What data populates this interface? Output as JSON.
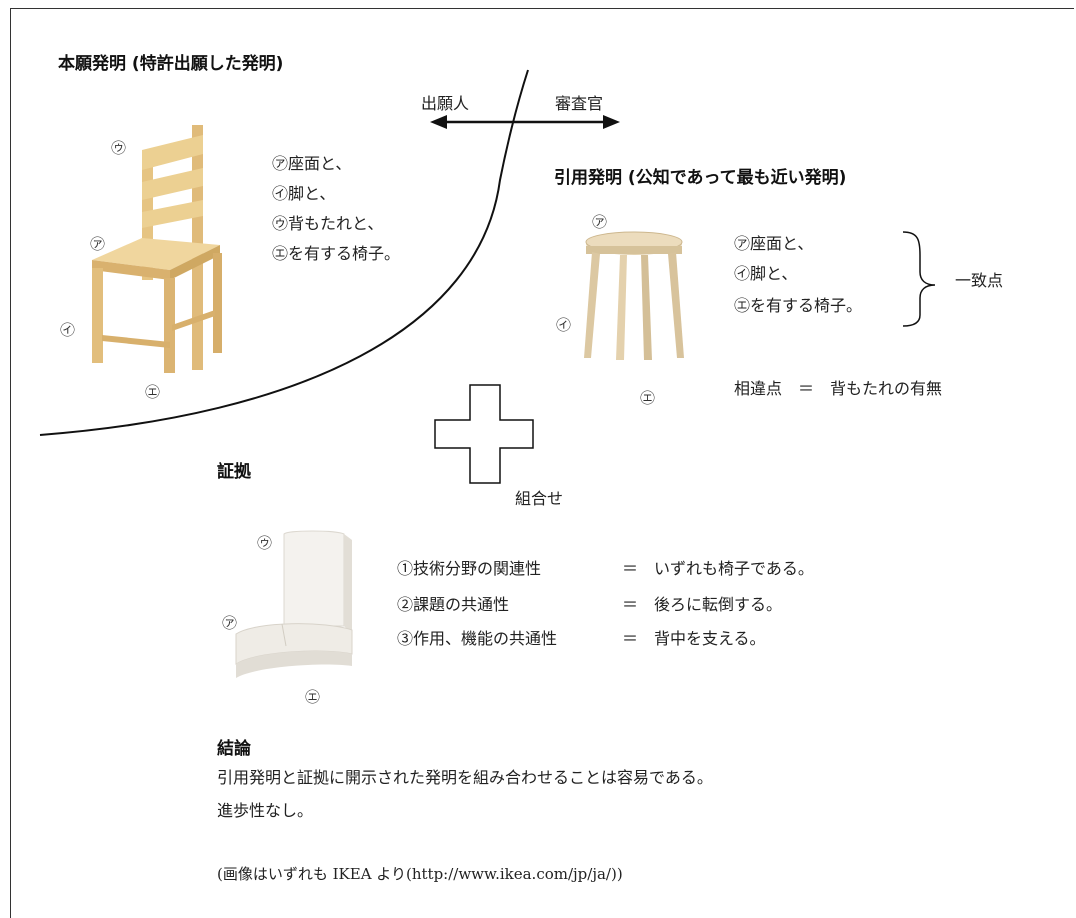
{
  "main_title": "本願発明 (特許出願した発明)",
  "applicant": "出願人",
  "examiner": "審査官",
  "cited_title": "引用発明 (公知であって最も近い発明)",
  "claimed": {
    "line_a": "㋐座面と、",
    "line_b": "㋑脚と、",
    "line_c": "㋒背もたれと、",
    "line_d": "㋓を有する椅子。",
    "mark_u": "㋒",
    "mark_a": "㋐",
    "mark_i": "㋑",
    "mark_e": "㋓"
  },
  "cited": {
    "line_a": "㋐座面と、",
    "line_b": "㋑脚と、",
    "line_c": "㋓を有する椅子。",
    "match_label": "一致点",
    "difference": "相違点　＝　背もたれの有無",
    "mark_a": "㋐",
    "mark_i": "㋑",
    "mark_e": "㋓"
  },
  "combine_label": "組合せ",
  "evidence": {
    "title": "証拠",
    "row1_label": "①技術分野の関連性",
    "row1_value": "＝　いずれも椅子である。",
    "row2_label": "②課題の共通性",
    "row2_value": "＝　後ろに転倒する。",
    "row3_label": "③作用、機能の共通性",
    "row3_value": "＝　背中を支える。",
    "mark_u": "㋒",
    "mark_a": "㋐",
    "mark_e": "㋓"
  },
  "conclusion": {
    "title": "結論",
    "line1": "引用発明と証拠に開示された発明を組み合わせることは容易である。",
    "line2": "進歩性なし。"
  },
  "source_note": "(画像はいずれも IKEA より(http://www.ikea.com/jp/ja/))",
  "colors": {
    "pine_wood": "#e8c88a",
    "birch_wood": "#dcc8a4",
    "white_fabric": "#f1efea"
  }
}
